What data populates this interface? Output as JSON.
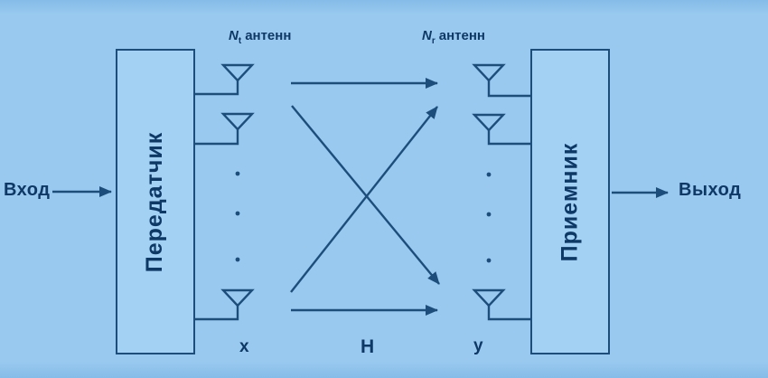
{
  "colors": {
    "stroke": "#1d4e7b",
    "text": "#0e3866",
    "bg": "#99c9ef",
    "bg_edge": "#85bce8",
    "box_fill": "#a3d1f3"
  },
  "diagram": {
    "input_label": "Вход",
    "output_label": "Выход",
    "transmitter_label": "Передатчик",
    "receiver_label": "Приемник",
    "tx_antennas": {
      "symbol": "N",
      "subscript": "t",
      "word": "антенн"
    },
    "rx_antennas": {
      "symbol": "N",
      "subscript": "r",
      "word": "антенн"
    },
    "transmit_vector_label": "x",
    "channel_matrix_label": "H",
    "receive_vector_label": "y"
  }
}
